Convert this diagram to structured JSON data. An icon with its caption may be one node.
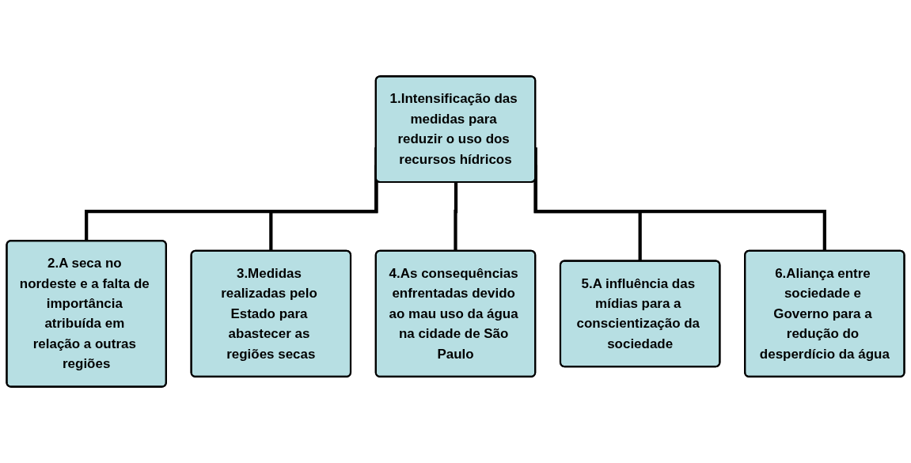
{
  "diagram": {
    "nodes": [
      {
        "text": [
          "1.Intensificação das medidas para reduzir o uso dos recursos hídricos"
        ]
      },
      {
        "text": [
          "2.A seca no nordeste e a falta de importância atribuída em relação a outras regiões"
        ]
      },
      {
        "text": [
          "3.Medidas realizadas pelo Estado para abastecer as regiões secas"
        ]
      },
      {
        "text": [
          "4.As consequências enfrentadas devido ao mau uso da água na cidade de São Paulo"
        ]
      },
      {
        "text": [
          "5.A influência das mídias para a conscientização da sociedade"
        ]
      },
      {
        "text": [
          "6.Aliança entre sociedade e Governo para a redução do desperdício da água"
        ]
      }
    ],
    "edges": [
      {
        "from": 0,
        "to": 1,
        "arrow": "none"
      },
      {
        "from": 0,
        "to": 2,
        "arrow": "none"
      },
      {
        "from": 0,
        "to": 3,
        "arrow": "none"
      },
      {
        "from": 0,
        "to": 4,
        "arrow": "none"
      },
      {
        "from": 0,
        "to": 5,
        "arrow": "none"
      }
    ]
  }
}
